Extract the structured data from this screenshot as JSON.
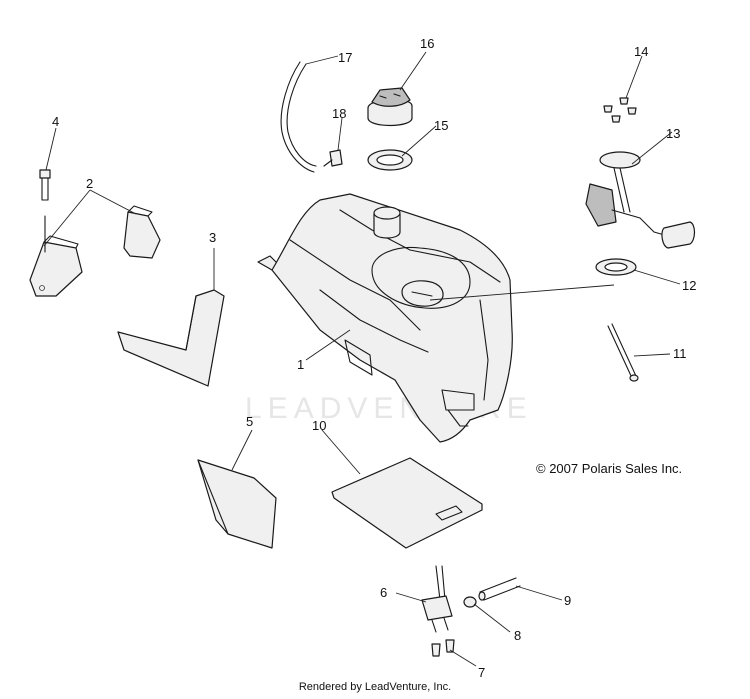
{
  "watermark": "LEADVENTURE",
  "copyright": "© 2007 Polaris Sales Inc.",
  "rendered_by": "Rendered by LeadVenture, Inc.",
  "callouts": {
    "c1": "1",
    "c2": "2",
    "c3": "3",
    "c4": "4",
    "c5": "5",
    "c6": "6",
    "c7": "7",
    "c8": "8",
    "c9": "9",
    "c10": "10",
    "c11": "11",
    "c12": "12",
    "c13": "13",
    "c14": "14",
    "c15": "15",
    "c16": "16",
    "c17": "17",
    "c18": "18"
  }
}
